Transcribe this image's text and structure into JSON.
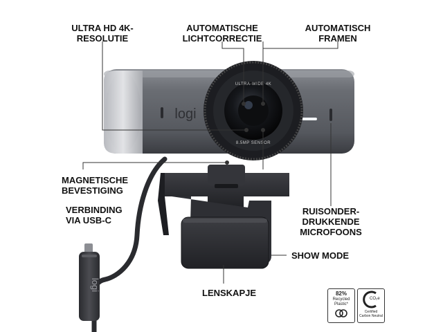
{
  "callouts": {
    "ultra_hd": [
      "ULTRA HD 4K-",
      "RESOLUTIE"
    ],
    "auto_light": [
      "AUTOMATISCHE",
      "LICHTCORRECTIE"
    ],
    "auto_framing": [
      "AUTOMATISCH",
      "FRAMEN"
    ],
    "magnetic_mount": [
      "MAGNETISCHE",
      "BEVESTIGING"
    ],
    "usb_c": [
      "VERBINDING",
      "VIA USB-C"
    ],
    "noise_mics": [
      "RUISONDER-",
      "DRUKKENDE",
      "MICROFOONS"
    ],
    "show_mode": "SHOW MODE",
    "lens_cap": "LENSKAPJE"
  },
  "product": {
    "brand_logo": "logi",
    "lens_ring_top": "ULTRA-WIDE 4K",
    "lens_ring_bottom": "8.5MP SENSOR"
  },
  "badges": {
    "recycled": {
      "percent": "82%",
      "line1": "Recycled",
      "line2": "Plastic*"
    },
    "carbon": {
      "mark": "CO₂e",
      "line1": "Certified",
      "line2": "Carbon Neutral"
    }
  },
  "colors": {
    "body": "#5e6066",
    "cap": "#c7c9cd",
    "mount": "#2b2c30",
    "text": "#111111",
    "leader": "#333333"
  }
}
